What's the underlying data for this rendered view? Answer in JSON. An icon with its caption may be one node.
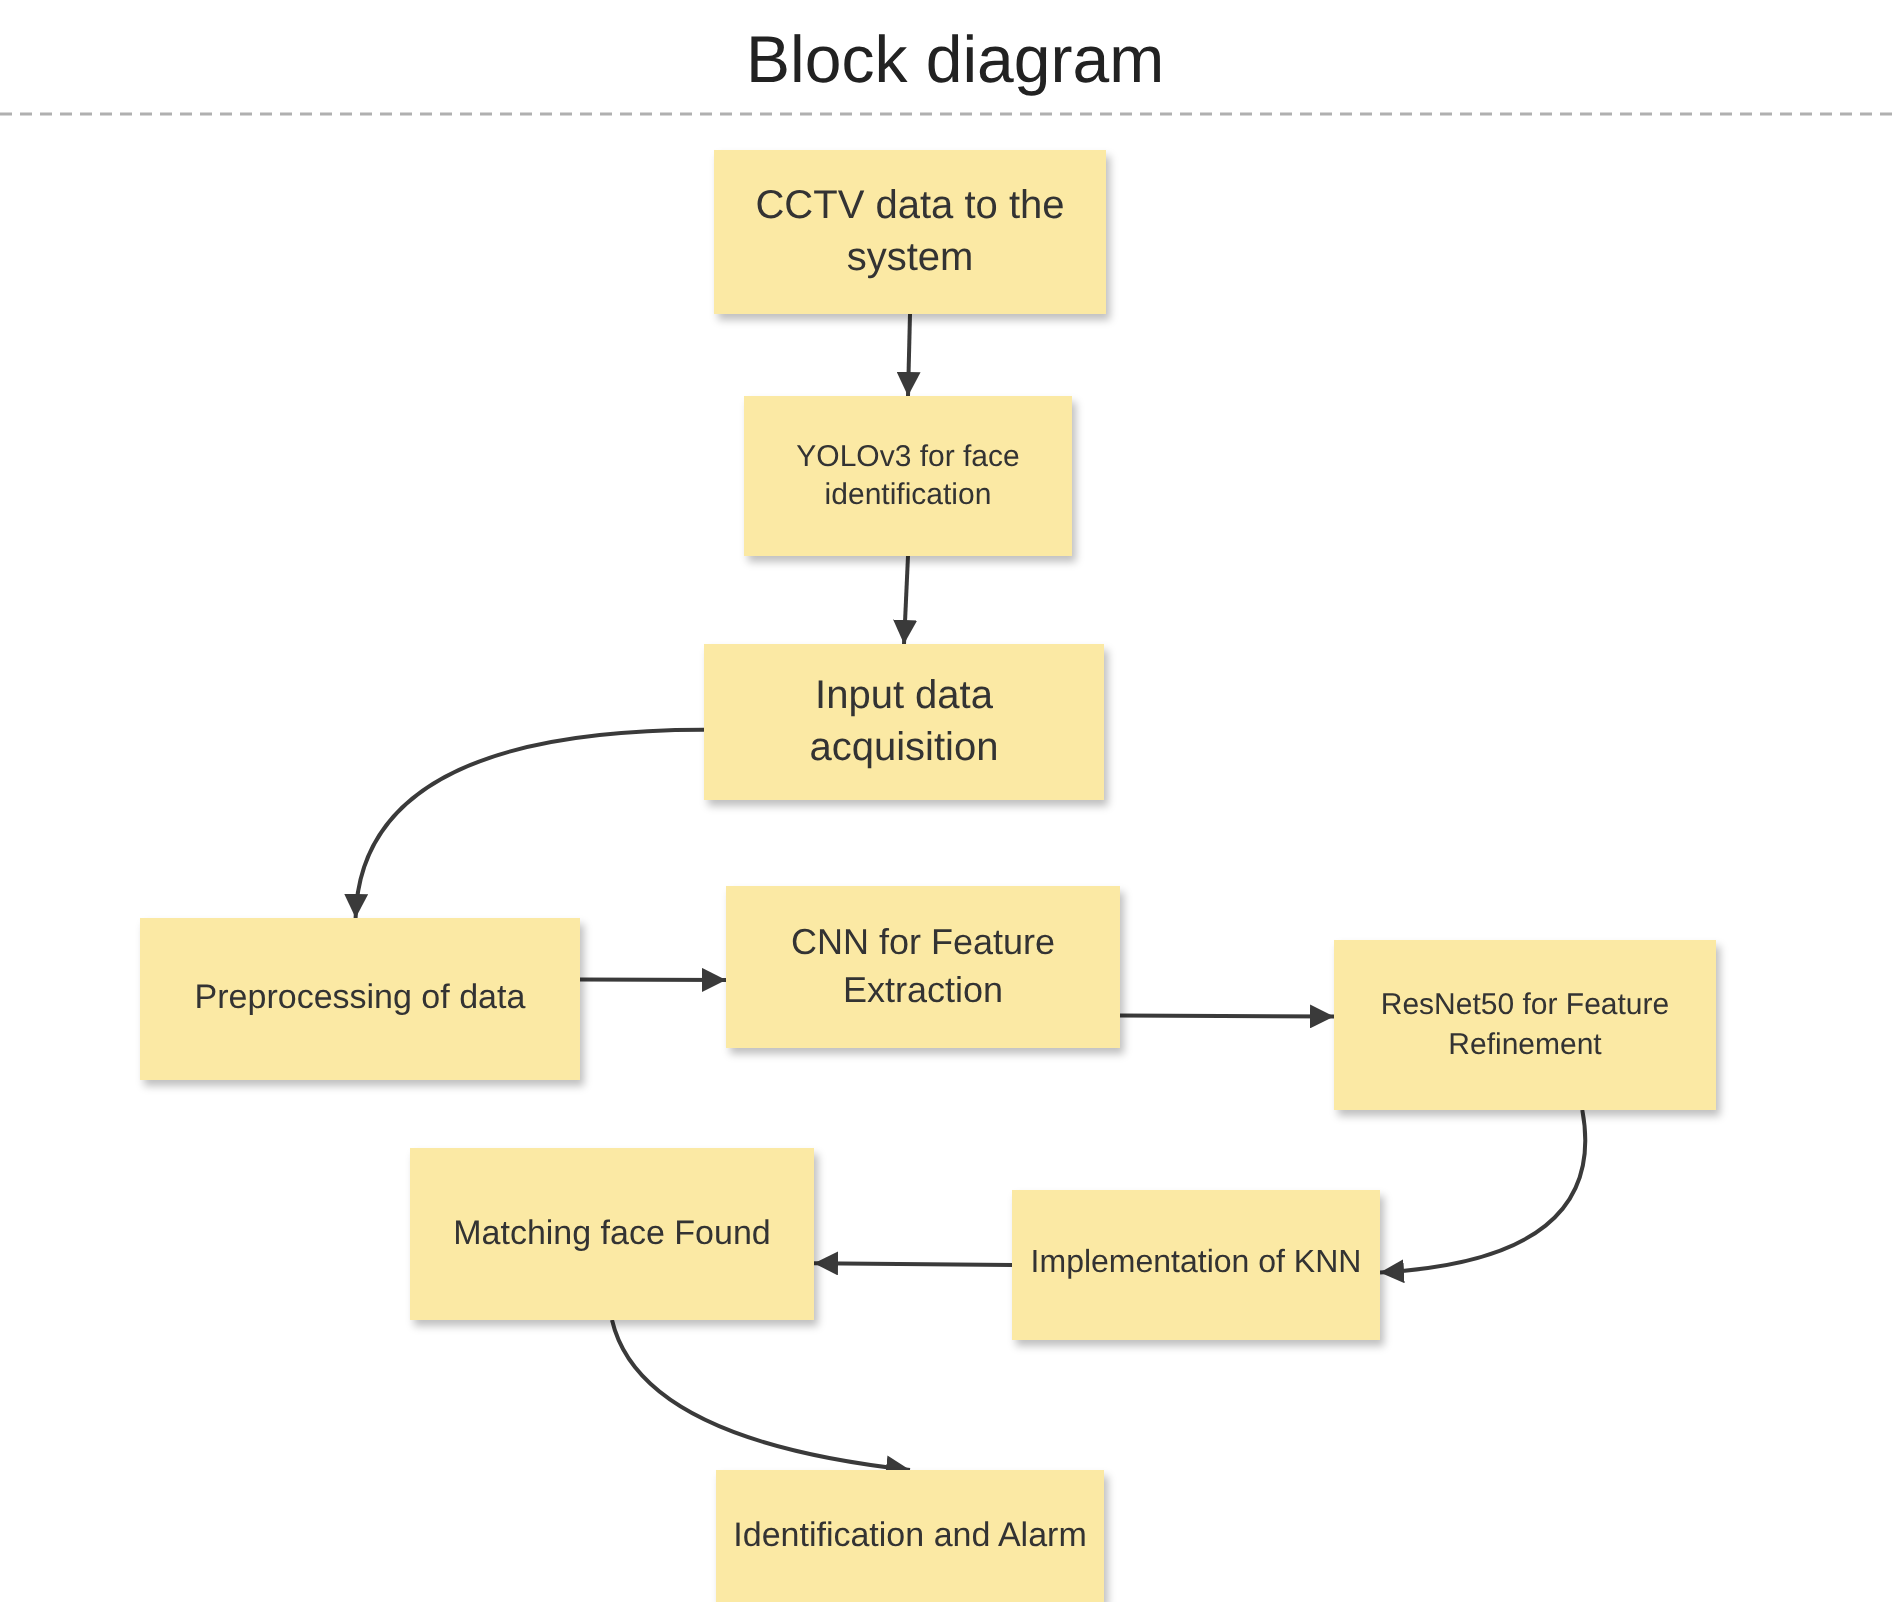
{
  "diagram": {
    "title": "Block diagram",
    "nodes": [
      {
        "text": [
          "CCTV data to the system"
        ]
      },
      {
        "text": [
          "YOLOv3 for face identification"
        ]
      },
      {
        "text": [
          "Input data acquisition"
        ]
      },
      {
        "text": [
          "Preprocessing of data"
        ]
      },
      {
        "text": [
          "CNN for Feature Extraction"
        ]
      },
      {
        "text": [
          "ResNet50 for Feature Refinement"
        ]
      },
      {
        "text": [
          "Matching face Found"
        ]
      },
      {
        "text": [
          "Implementation of KNN"
        ]
      },
      {
        "text": [
          "Identification and Alarm"
        ]
      }
    ],
    "edges": [
      {
        "from": 0,
        "to": 1,
        "arrow": "to"
      },
      {
        "from": 1,
        "to": 2,
        "arrow": "to"
      },
      {
        "from": 2,
        "to": 3,
        "arrow": "to"
      },
      {
        "from": 3,
        "to": 4,
        "arrow": "to"
      },
      {
        "from": 4,
        "to": 5,
        "arrow": "to"
      },
      {
        "from": 5,
        "to": 7,
        "arrow": "to"
      },
      {
        "from": 7,
        "to": 6,
        "arrow": "to"
      },
      {
        "from": 6,
        "to": 8,
        "arrow": "to"
      }
    ]
  }
}
